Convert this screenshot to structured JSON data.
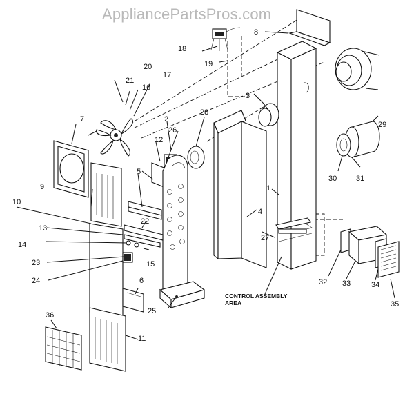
{
  "watermark": "AppliancePartsPros.com",
  "area_label": {
    "line1": "CONTROL ASSEMBLY",
    "line2": "AREA"
  },
  "callouts": [
    "1",
    "2",
    "3",
    "4",
    "5",
    "6",
    "7",
    "8",
    "9",
    "10",
    "11",
    "12",
    "13",
    "14",
    "15",
    "16",
    "17",
    "18",
    "19",
    "20",
    "21",
    "22",
    "23",
    "24",
    "25",
    "26",
    "27",
    "28",
    "29",
    "30",
    "31",
    "32",
    "33",
    "34",
    "35",
    "36"
  ]
}
